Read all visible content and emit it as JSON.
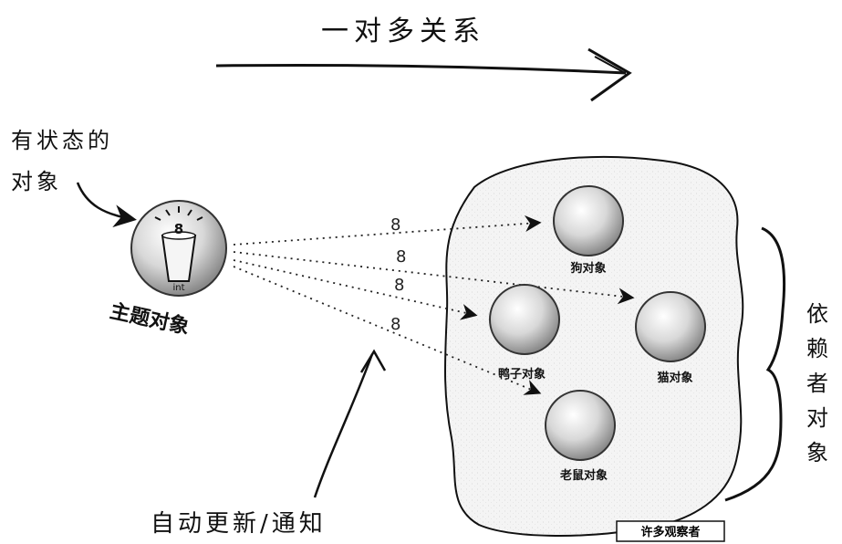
{
  "title": "一对多关系",
  "stateful_label": [
    "有状态的",
    "对象"
  ],
  "subject": {
    "label": "主题对象",
    "value": "8",
    "type_label": "int"
  },
  "observers": [
    {
      "id": "dog",
      "label": "狗对象"
    },
    {
      "id": "duck",
      "label": "鸭子对象"
    },
    {
      "id": "cat",
      "label": "猫对象"
    },
    {
      "id": "mouse",
      "label": "老鼠对象"
    }
  ],
  "messages": [
    "8",
    "8",
    "8",
    "8"
  ],
  "many_observers_label": "许多观察者",
  "dependents_label": [
    "依",
    "赖",
    "者",
    "对",
    "象"
  ],
  "auto_update_label": "自动更新/通知"
}
